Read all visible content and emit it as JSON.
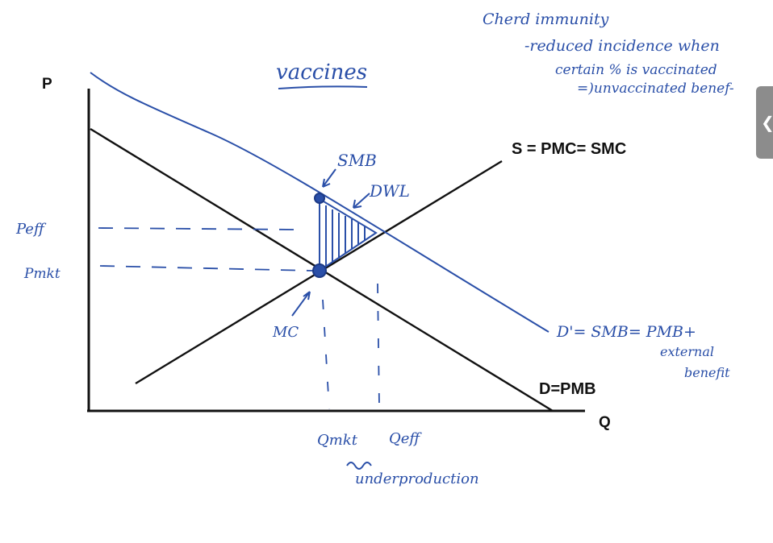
{
  "axes": {
    "y_label": "P",
    "x_label": "Q"
  },
  "title": "vaccines",
  "notes": {
    "line1": "Cherd immunity",
    "line2": "-reduced incidence when",
    "line3": "certain % is vaccinated",
    "line4": "=)unvaccinated benef-"
  },
  "curves": {
    "supply": "S = PMC= SMC",
    "demand": "D=PMB",
    "social_demand_1": "D'= SMB= PMB+",
    "social_demand_2": "external",
    "social_demand_3": "benefit"
  },
  "points": {
    "smb": "SMB",
    "dwl": "DWL",
    "mc": "MC"
  },
  "prices": {
    "p_eff": "Peff",
    "p_mkt": "Pmkt"
  },
  "quantities": {
    "q_mkt": "Qmkt",
    "q_eff": "Qeff"
  },
  "underproduction": "underproduction",
  "side_tab": {
    "icon": "chevron-left-icon",
    "glyph": "❮"
  },
  "colors": {
    "ink": "#2a4fa8",
    "print": "#111111",
    "tab": "#8c8c8c"
  }
}
